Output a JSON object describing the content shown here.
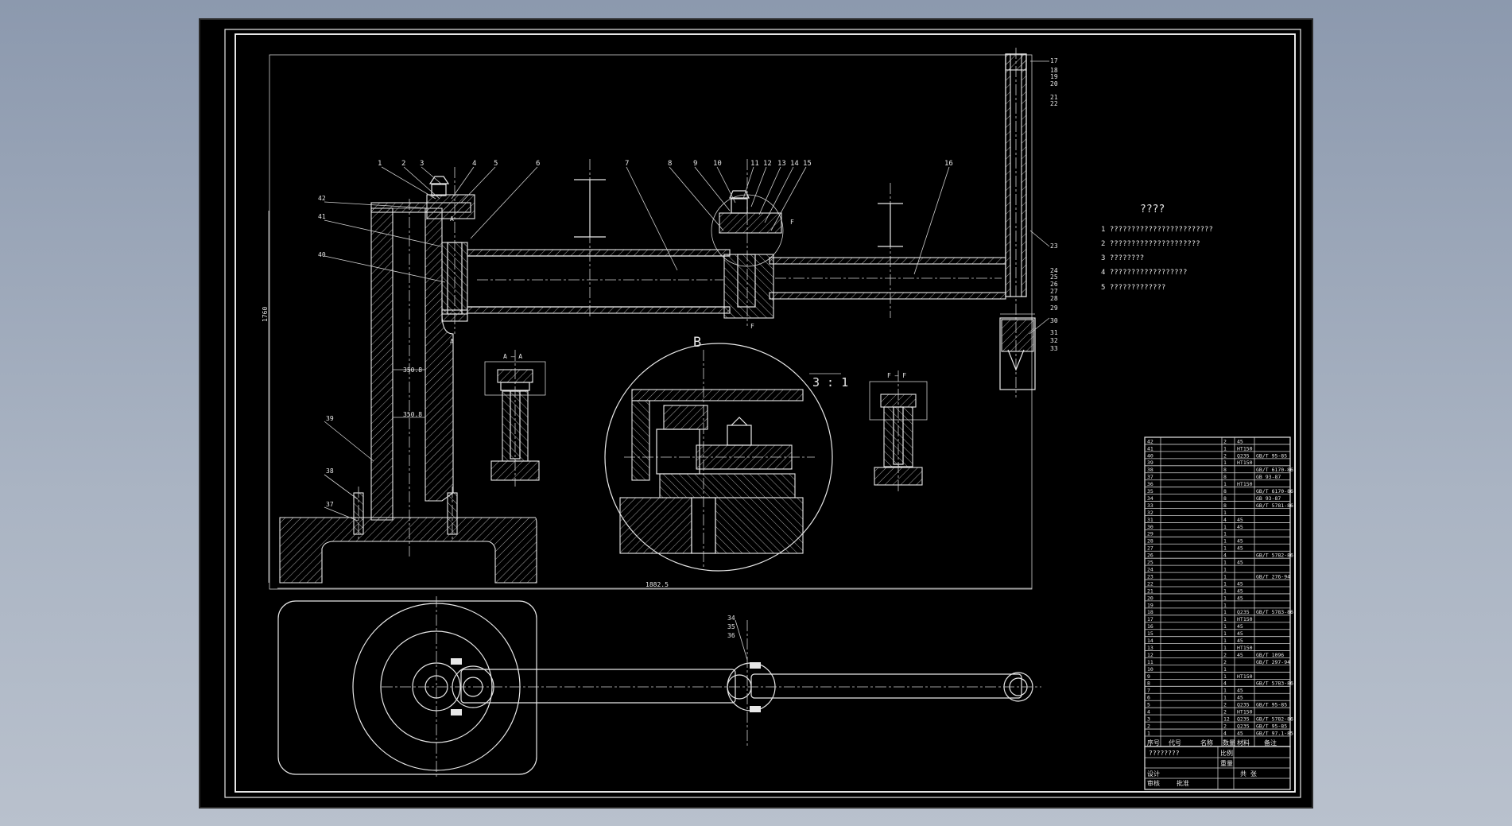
{
  "part_numbers_top": [
    "1",
    "2",
    "3",
    "4",
    "5",
    "6",
    "7",
    "8",
    "9",
    "10",
    "11",
    "12",
    "13",
    "14",
    "15",
    "16"
  ],
  "part_numbers_right": [
    "17",
    "18",
    "19",
    "20",
    "21",
    "22",
    "23",
    "24",
    "25",
    "26",
    "27",
    "28",
    "29",
    "30",
    "31",
    "32",
    "33"
  ],
  "part_numbers_left": [
    "42",
    "41",
    "40",
    "39",
    "38",
    "37"
  ],
  "part_numbers_plan": [
    "34",
    "35",
    "36"
  ],
  "detail_label": "B",
  "detail_scale": "3 : 1",
  "section_marks": [
    "A",
    "A",
    "F",
    "F"
  ],
  "section_titles": [
    "A — A",
    "F — F"
  ],
  "dim_overall_length": "1882.5",
  "dim_height": "1760",
  "dim_short": [
    "350.8",
    "350.8"
  ],
  "notes": {
    "title": "????",
    "items": [
      "1 ????????????????????????",
      "2 ?????????????????????",
      "3 ????????",
      "4 ??????????????????",
      "5 ?????????????"
    ]
  },
  "title_block": {
    "drawing_name": "????????",
    "header_labels": [
      "序号",
      "代号",
      "名称",
      "数量",
      "材料",
      "备注"
    ],
    "sign_rows": [
      "设计",
      "审核",
      "批准"
    ],
    "scale_label": "比例",
    "sheet_label": "共 张",
    "weight_label": "重量"
  },
  "bom_rows": [
    [
      "42",
      "",
      "2",
      "45",
      ""
    ],
    [
      "41",
      "",
      "1",
      "HT150",
      ""
    ],
    [
      "40",
      "",
      "2",
      "Q235",
      "GB/T 95-85"
    ],
    [
      "39",
      "",
      "1",
      "HT150",
      ""
    ],
    [
      "38",
      "",
      "8",
      "",
      "GB/T 6170-86"
    ],
    [
      "37",
      "",
      "8",
      "",
      "GB 93-87"
    ],
    [
      "36",
      "",
      "1",
      "HT150",
      ""
    ],
    [
      "35",
      "",
      "8",
      "",
      "GB/T 6170-86"
    ],
    [
      "34",
      "",
      "8",
      "",
      "GB 93-87"
    ],
    [
      "33",
      "",
      "8",
      "",
      "GB/T 5781-86"
    ],
    [
      "32",
      "",
      "1",
      "",
      ""
    ],
    [
      "31",
      "",
      "4",
      "45",
      ""
    ],
    [
      "30",
      "",
      "1",
      "45",
      ""
    ],
    [
      "29",
      "",
      "1",
      "",
      ""
    ],
    [
      "28",
      "",
      "1",
      "45",
      ""
    ],
    [
      "27",
      "",
      "1",
      "45",
      ""
    ],
    [
      "26",
      "",
      "4",
      "",
      "GB/T 5782-86"
    ],
    [
      "25",
      "",
      "1",
      "45",
      ""
    ],
    [
      "24",
      "",
      "1",
      "",
      ""
    ],
    [
      "23",
      "",
      "1",
      "",
      "GB/T 276-94"
    ],
    [
      "22",
      "",
      "1",
      "45",
      ""
    ],
    [
      "21",
      "",
      "1",
      "45",
      ""
    ],
    [
      "20",
      "",
      "1",
      "45",
      ""
    ],
    [
      "19",
      "",
      "1",
      "",
      ""
    ],
    [
      "18",
      "",
      "1",
      "Q235",
      "GB/T 5783-86"
    ],
    [
      "17",
      "",
      "1",
      "HT150",
      ""
    ],
    [
      "16",
      "",
      "1",
      "45",
      ""
    ],
    [
      "15",
      "",
      "1",
      "45",
      ""
    ],
    [
      "14",
      "",
      "1",
      "45",
      ""
    ],
    [
      "13",
      "",
      "1",
      "HT150",
      ""
    ],
    [
      "12",
      "",
      "2",
      "45",
      "GB/T 1096"
    ],
    [
      "11",
      "",
      "2",
      "",
      "GB/T 297-94"
    ],
    [
      "10",
      "",
      "1",
      "",
      ""
    ],
    [
      "9",
      "",
      "1",
      "HT150",
      ""
    ],
    [
      "8",
      "",
      "4",
      "",
      "GB/T 5783-86"
    ],
    [
      "7",
      "",
      "1",
      "45",
      ""
    ],
    [
      "6",
      "",
      "1",
      "45",
      ""
    ],
    [
      "5",
      "",
      "2",
      "Q235",
      "GB/T 95-85"
    ],
    [
      "4",
      "",
      "2",
      "HT150",
      ""
    ],
    [
      "3",
      "",
      "12",
      "Q235",
      "GB/T 5782-86"
    ],
    [
      "2",
      "",
      "2",
      "Q235",
      "GB/T 95-85"
    ],
    [
      "1",
      "",
      "4",
      "45",
      "GB/T 97.1-85"
    ]
  ]
}
